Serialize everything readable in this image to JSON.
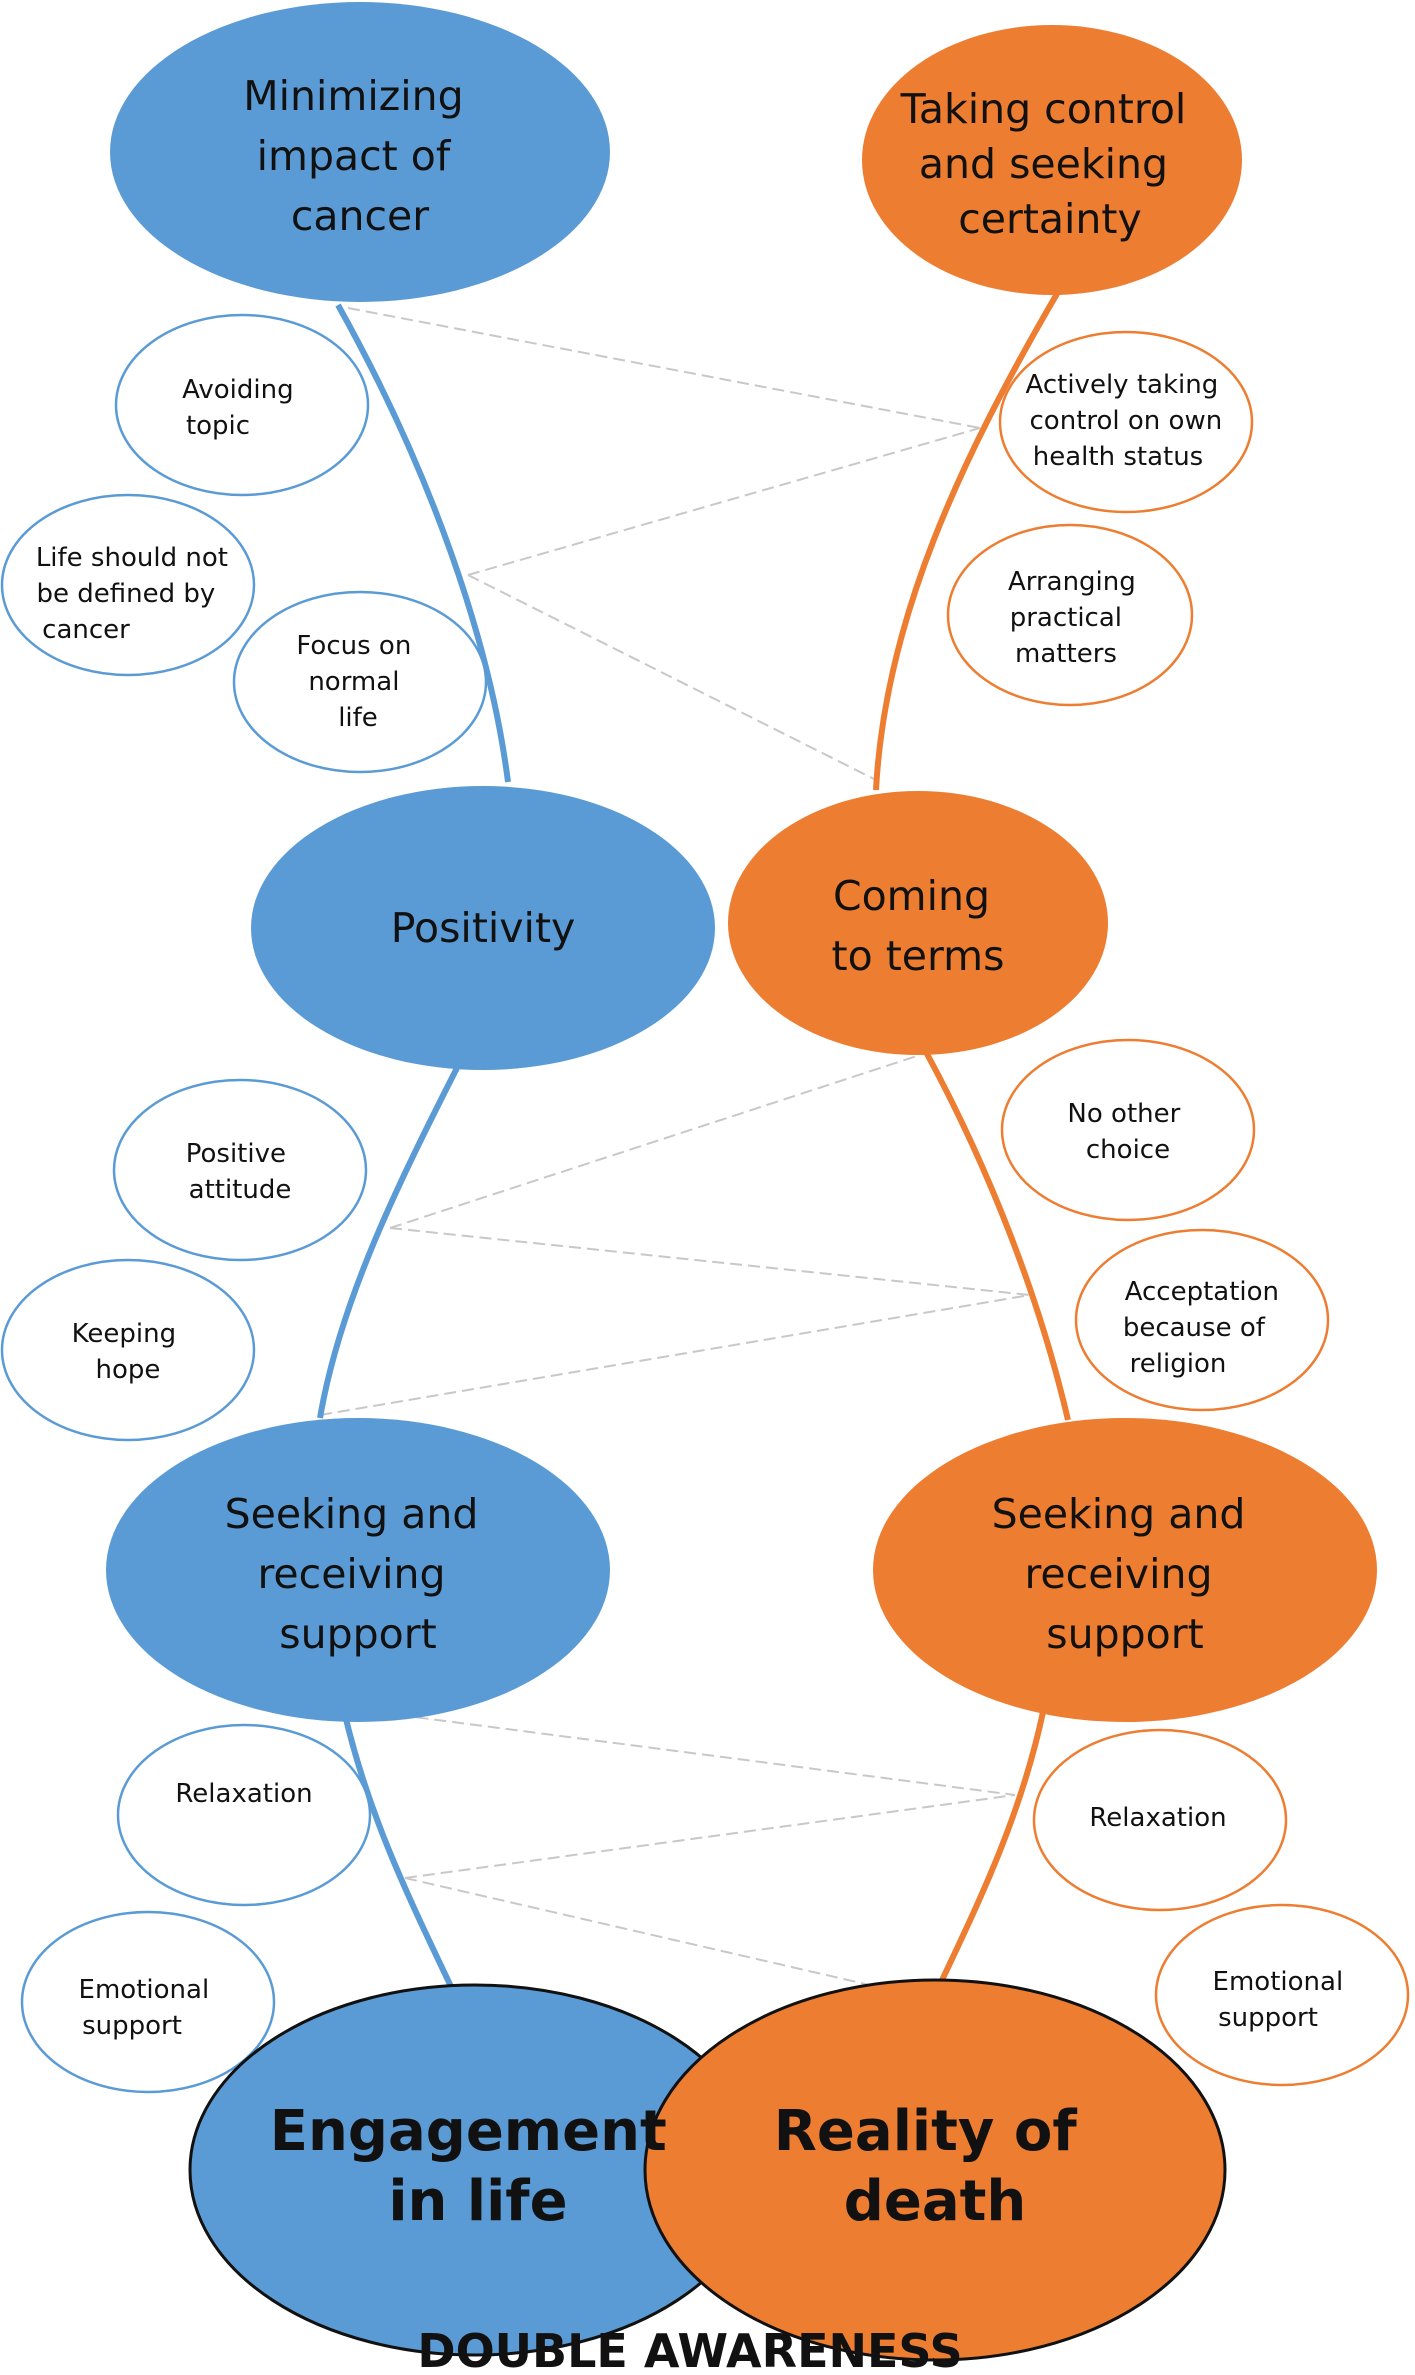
{
  "colors": {
    "engagement": "#5b9bd5",
    "reality": "#ed7d31",
    "connector": "#c8c8c8"
  },
  "left_column": {
    "top": [
      "Minimizing",
      "impact of",
      "cancer"
    ],
    "sub1": [
      [
        "Avoiding",
        "topic"
      ],
      [
        "Life should not",
        "be defined by",
        "cancer"
      ],
      [
        "Focus on",
        "normal",
        "life"
      ]
    ],
    "middle": [
      "Positivity"
    ],
    "sub2": [
      [
        "Positive",
        "attitude"
      ],
      [
        "Keeping",
        "hope"
      ]
    ],
    "lower": [
      "Seeking and",
      "receiving",
      "support"
    ],
    "sub3": [
      [
        "Relaxation"
      ],
      [
        "Emotional",
        "support"
      ]
    ]
  },
  "right_column": {
    "top": [
      "Taking control",
      "and seeking",
      "certainty"
    ],
    "sub1": [
      [
        "Actively taking",
        "control on own",
        "health status"
      ],
      [
        "Arranging",
        "practical",
        "matters"
      ]
    ],
    "middle": [
      "Coming",
      "to terms"
    ],
    "sub2": [
      [
        "No other",
        "choice"
      ],
      [
        "Acceptation",
        "because of",
        "religion"
      ]
    ],
    "lower": [
      "Seeking and",
      "receiving",
      "support"
    ],
    "sub3": [
      [
        "Relaxation"
      ],
      [
        "Emotional",
        "support"
      ]
    ]
  },
  "bottom": {
    "engagement": [
      "Engagement",
      "in life"
    ],
    "reality": [
      "Reality of",
      "death"
    ]
  },
  "footer": "DOUBLE AWARENESS"
}
